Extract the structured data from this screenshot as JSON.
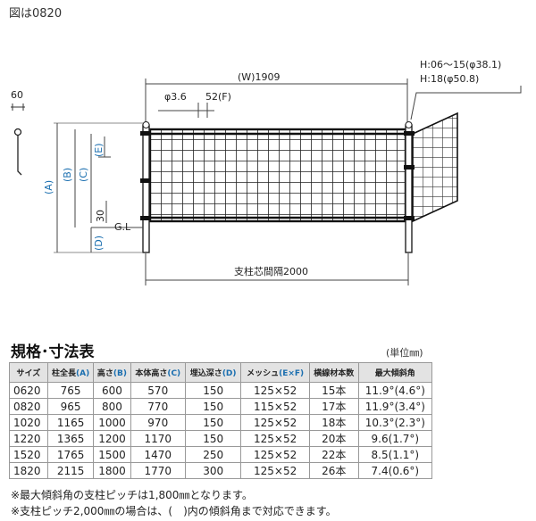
{
  "figure": {
    "caption": "図は0820",
    "dims": {
      "pole_width": "60",
      "width": "(W)1909",
      "phi": "φ3.6",
      "pitch": "52(F)",
      "angle_h1": "H:06～15(φ38.1)",
      "angle_h2": "H:18(φ50.8)",
      "dim_a": "(A)",
      "dim_b": "(B)",
      "dim_c": "(C)",
      "dim_e": "(E)",
      "dim_30": "30",
      "dim_d": "(D)",
      "gl": "G.L",
      "span": "支柱芯間隔2000"
    }
  },
  "spec": {
    "title": "規格･寸法表",
    "unit": "(単位㎜)",
    "headers": [
      {
        "text": "サイズ",
        "label": ""
      },
      {
        "text": "柱全長",
        "label": "(A)"
      },
      {
        "text": "高さ",
        "label": "(B)"
      },
      {
        "text": "本体高さ",
        "label": "(C)"
      },
      {
        "text": "埋込深さ",
        "label": "(D)"
      },
      {
        "text": "メッシュ",
        "label": "(E×F)"
      },
      {
        "text": "横線材本数",
        "label": ""
      },
      {
        "text": "最大傾斜角",
        "label": ""
      }
    ],
    "rows": [
      [
        "0620",
        "765",
        "600",
        "570",
        "150",
        "125×52",
        "15本",
        "11.9°(4.6°)"
      ],
      [
        "0820",
        "965",
        "800",
        "770",
        "150",
        "115×52",
        "17本",
        "11.9°(3.4°)"
      ],
      [
        "1020",
        "1165",
        "1000",
        "970",
        "150",
        "125×52",
        "18本",
        "10.3°(2.3°)"
      ],
      [
        "1220",
        "1365",
        "1200",
        "1170",
        "150",
        "125×52",
        "20本",
        "9.6(1.7°)"
      ],
      [
        "1520",
        "1765",
        "1500",
        "1470",
        "250",
        "125×52",
        "22本",
        "8.5(1.1°)"
      ],
      [
        "1820",
        "2115",
        "1800",
        "1770",
        "300",
        "125×52",
        "26本",
        "7.4(0.6°)"
      ]
    ]
  },
  "notes": [
    "※最大傾斜角の支柱ピッチは1,800㎜となります。",
    "※支柱ピッチ2,000㎜の場合は、(　)内の傾斜角まで対応できます。"
  ]
}
